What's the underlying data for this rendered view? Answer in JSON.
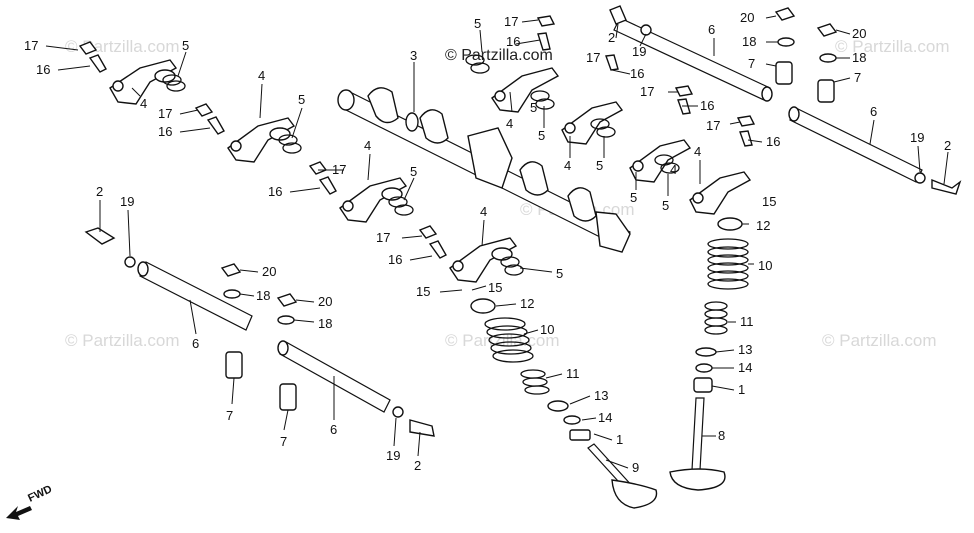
{
  "watermark": {
    "brand": "© Partzilla.com",
    "copies": [
      {
        "id": "wm-1",
        "text": "© Partzilla.com"
      },
      {
        "id": "wm-2",
        "text": "© Partzilla.com"
      },
      {
        "id": "wm-3",
        "text": "© Partzilla.com"
      },
      {
        "id": "wm-4",
        "text": "© Partzilla.com"
      },
      {
        "id": "wm-5",
        "text": "© Partzilla.com"
      },
      {
        "id": "wm-6",
        "text": "© Partzilla.com"
      },
      {
        "id": "wm-7",
        "text": "© Partzilla.com"
      }
    ]
  },
  "direction_indicator": {
    "label": "FWD"
  },
  "callouts": [
    {
      "id": "c01",
      "text": "17"
    },
    {
      "id": "c02",
      "text": "16"
    },
    {
      "id": "c03",
      "text": "4"
    },
    {
      "id": "c04",
      "text": "5"
    },
    {
      "id": "c05",
      "text": "17"
    },
    {
      "id": "c06",
      "text": "16"
    },
    {
      "id": "c07",
      "text": "4"
    },
    {
      "id": "c08",
      "text": "5"
    },
    {
      "id": "c09",
      "text": "17"
    },
    {
      "id": "c10",
      "text": "16"
    },
    {
      "id": "c11",
      "text": "4"
    },
    {
      "id": "c12",
      "text": "5"
    },
    {
      "id": "c13",
      "text": "3"
    },
    {
      "id": "c14",
      "text": "5"
    },
    {
      "id": "c15",
      "text": "17"
    },
    {
      "id": "c16",
      "text": "16"
    },
    {
      "id": "c17",
      "text": "4"
    },
    {
      "id": "c18",
      "text": "5"
    },
    {
      "id": "c19",
      "text": "17"
    },
    {
      "id": "c20",
      "text": "16"
    },
    {
      "id": "c21",
      "text": "2"
    },
    {
      "id": "c22",
      "text": "19"
    },
    {
      "id": "c23",
      "text": "6"
    },
    {
      "id": "c24",
      "text": "20"
    },
    {
      "id": "c25",
      "text": "18"
    },
    {
      "id": "c26",
      "text": "7"
    },
    {
      "id": "c27",
      "text": "20"
    },
    {
      "id": "c28",
      "text": "18"
    },
    {
      "id": "c29",
      "text": "7"
    },
    {
      "id": "c30",
      "text": "17"
    },
    {
      "id": "c31",
      "text": "16"
    },
    {
      "id": "c32",
      "text": "4"
    },
    {
      "id": "c33",
      "text": "5"
    },
    {
      "id": "c34",
      "text": "5"
    },
    {
      "id": "c35",
      "text": "4"
    },
    {
      "id": "c36",
      "text": "5"
    },
    {
      "id": "c37",
      "text": "17"
    },
    {
      "id": "c38",
      "text": "16"
    },
    {
      "id": "c39",
      "text": "4"
    },
    {
      "id": "c40",
      "text": "5"
    },
    {
      "id": "c41",
      "text": "15"
    },
    {
      "id": "c42",
      "text": "12"
    },
    {
      "id": "c43",
      "text": "10"
    },
    {
      "id": "c44",
      "text": "6"
    },
    {
      "id": "c45",
      "text": "19"
    },
    {
      "id": "c46",
      "text": "2"
    },
    {
      "id": "c47",
      "text": "4"
    },
    {
      "id": "c48",
      "text": "5"
    },
    {
      "id": "c49",
      "text": "17"
    },
    {
      "id": "c50",
      "text": "16"
    },
    {
      "id": "c51",
      "text": "15"
    },
    {
      "id": "c52",
      "text": "15"
    },
    {
      "id": "c53",
      "text": "12"
    },
    {
      "id": "c54",
      "text": "10"
    },
    {
      "id": "c55",
      "text": "11"
    },
    {
      "id": "c56",
      "text": "13"
    },
    {
      "id": "c57",
      "text": "14"
    },
    {
      "id": "c58",
      "text": "1"
    },
    {
      "id": "c59",
      "text": "9"
    },
    {
      "id": "c60",
      "text": "11"
    },
    {
      "id": "c61",
      "text": "13"
    },
    {
      "id": "c62",
      "text": "14"
    },
    {
      "id": "c63",
      "text": "1"
    },
    {
      "id": "c64",
      "text": "8"
    },
    {
      "id": "c65",
      "text": "2"
    },
    {
      "id": "c66",
      "text": "19"
    },
    {
      "id": "c67",
      "text": "20"
    },
    {
      "id": "c68",
      "text": "18"
    },
    {
      "id": "c69",
      "text": "20"
    },
    {
      "id": "c70",
      "text": "18"
    },
    {
      "id": "c71",
      "text": "6"
    },
    {
      "id": "c72",
      "text": "7"
    },
    {
      "id": "c73",
      "text": "6"
    },
    {
      "id": "c74",
      "text": "7"
    },
    {
      "id": "c75",
      "text": "19"
    },
    {
      "id": "c76",
      "text": "2"
    }
  ]
}
